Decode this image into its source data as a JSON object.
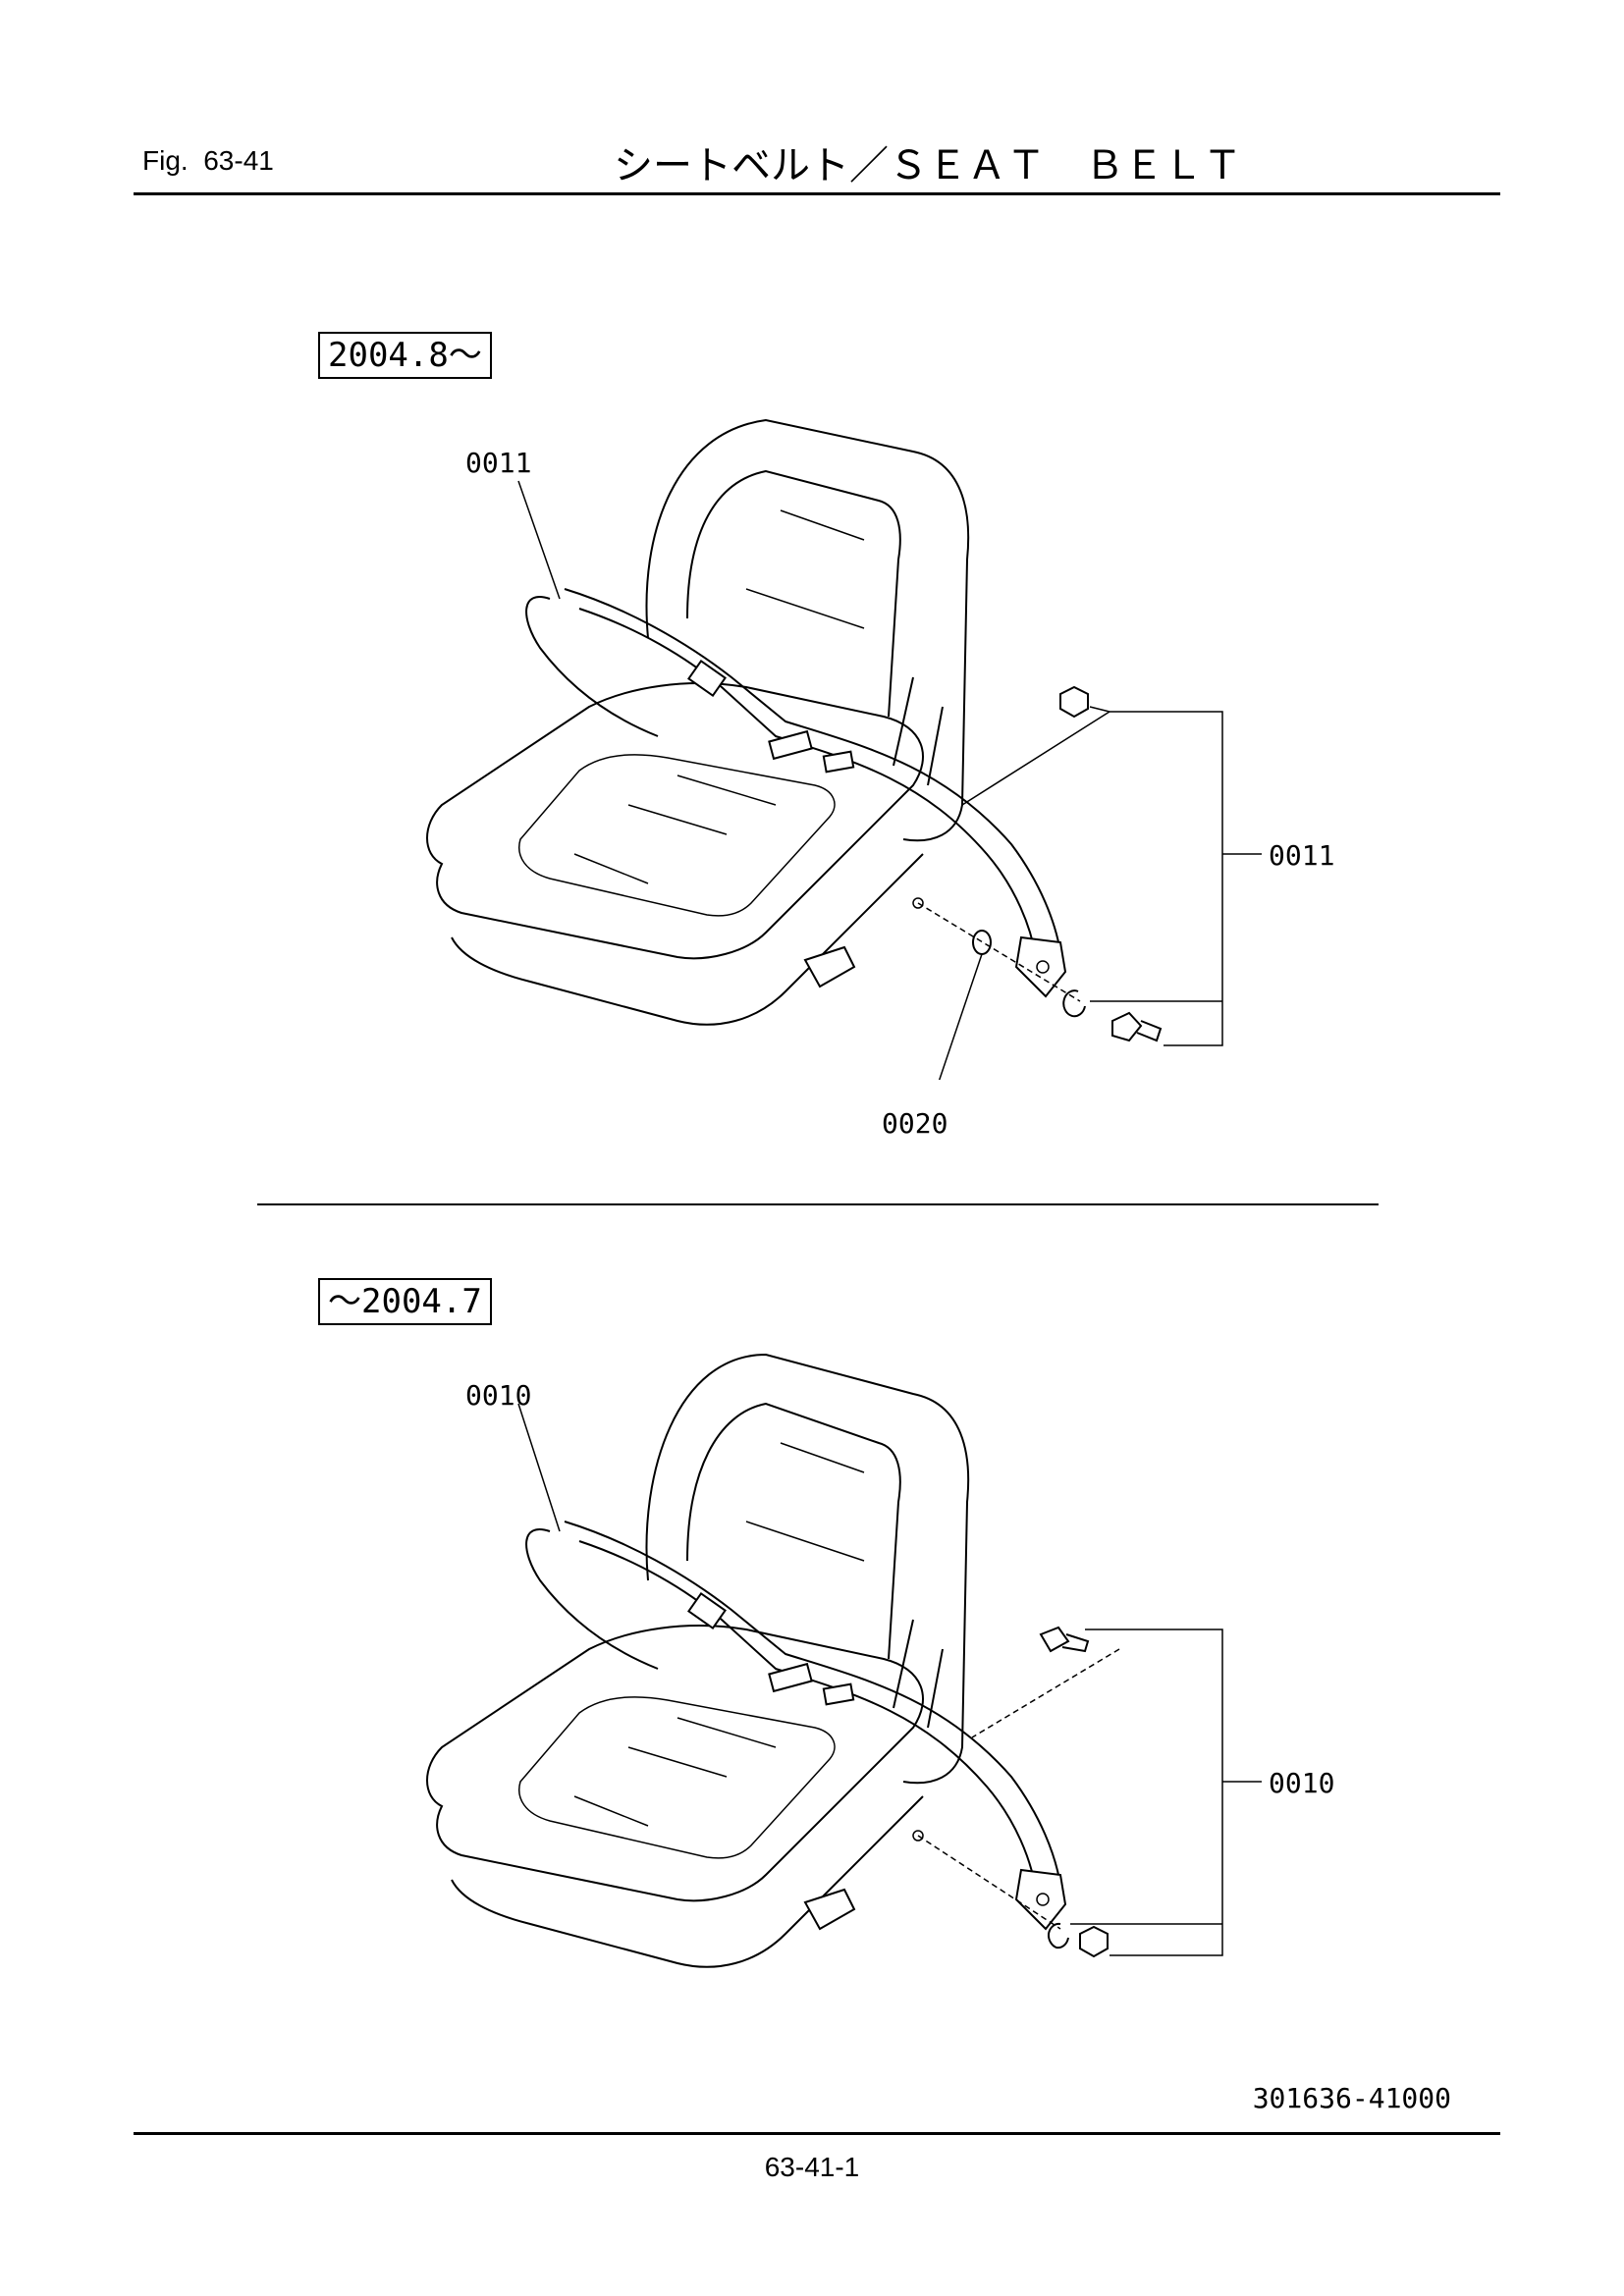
{
  "header": {
    "fig_label": "Fig.  63-41",
    "title": "シートベルト／ＳＥＡＴ　ＢＥＬＴ"
  },
  "sections": [
    {
      "date_range": "2004.8～",
      "parts": {
        "belt": "0011",
        "fastener_group": "0011",
        "washer": "0020"
      }
    },
    {
      "date_range": "～2004.7",
      "parts": {
        "belt": "0010",
        "fastener_group": "0010"
      }
    }
  ],
  "footer": {
    "document_number": "301636-41000",
    "page_number": "63-41-1"
  }
}
